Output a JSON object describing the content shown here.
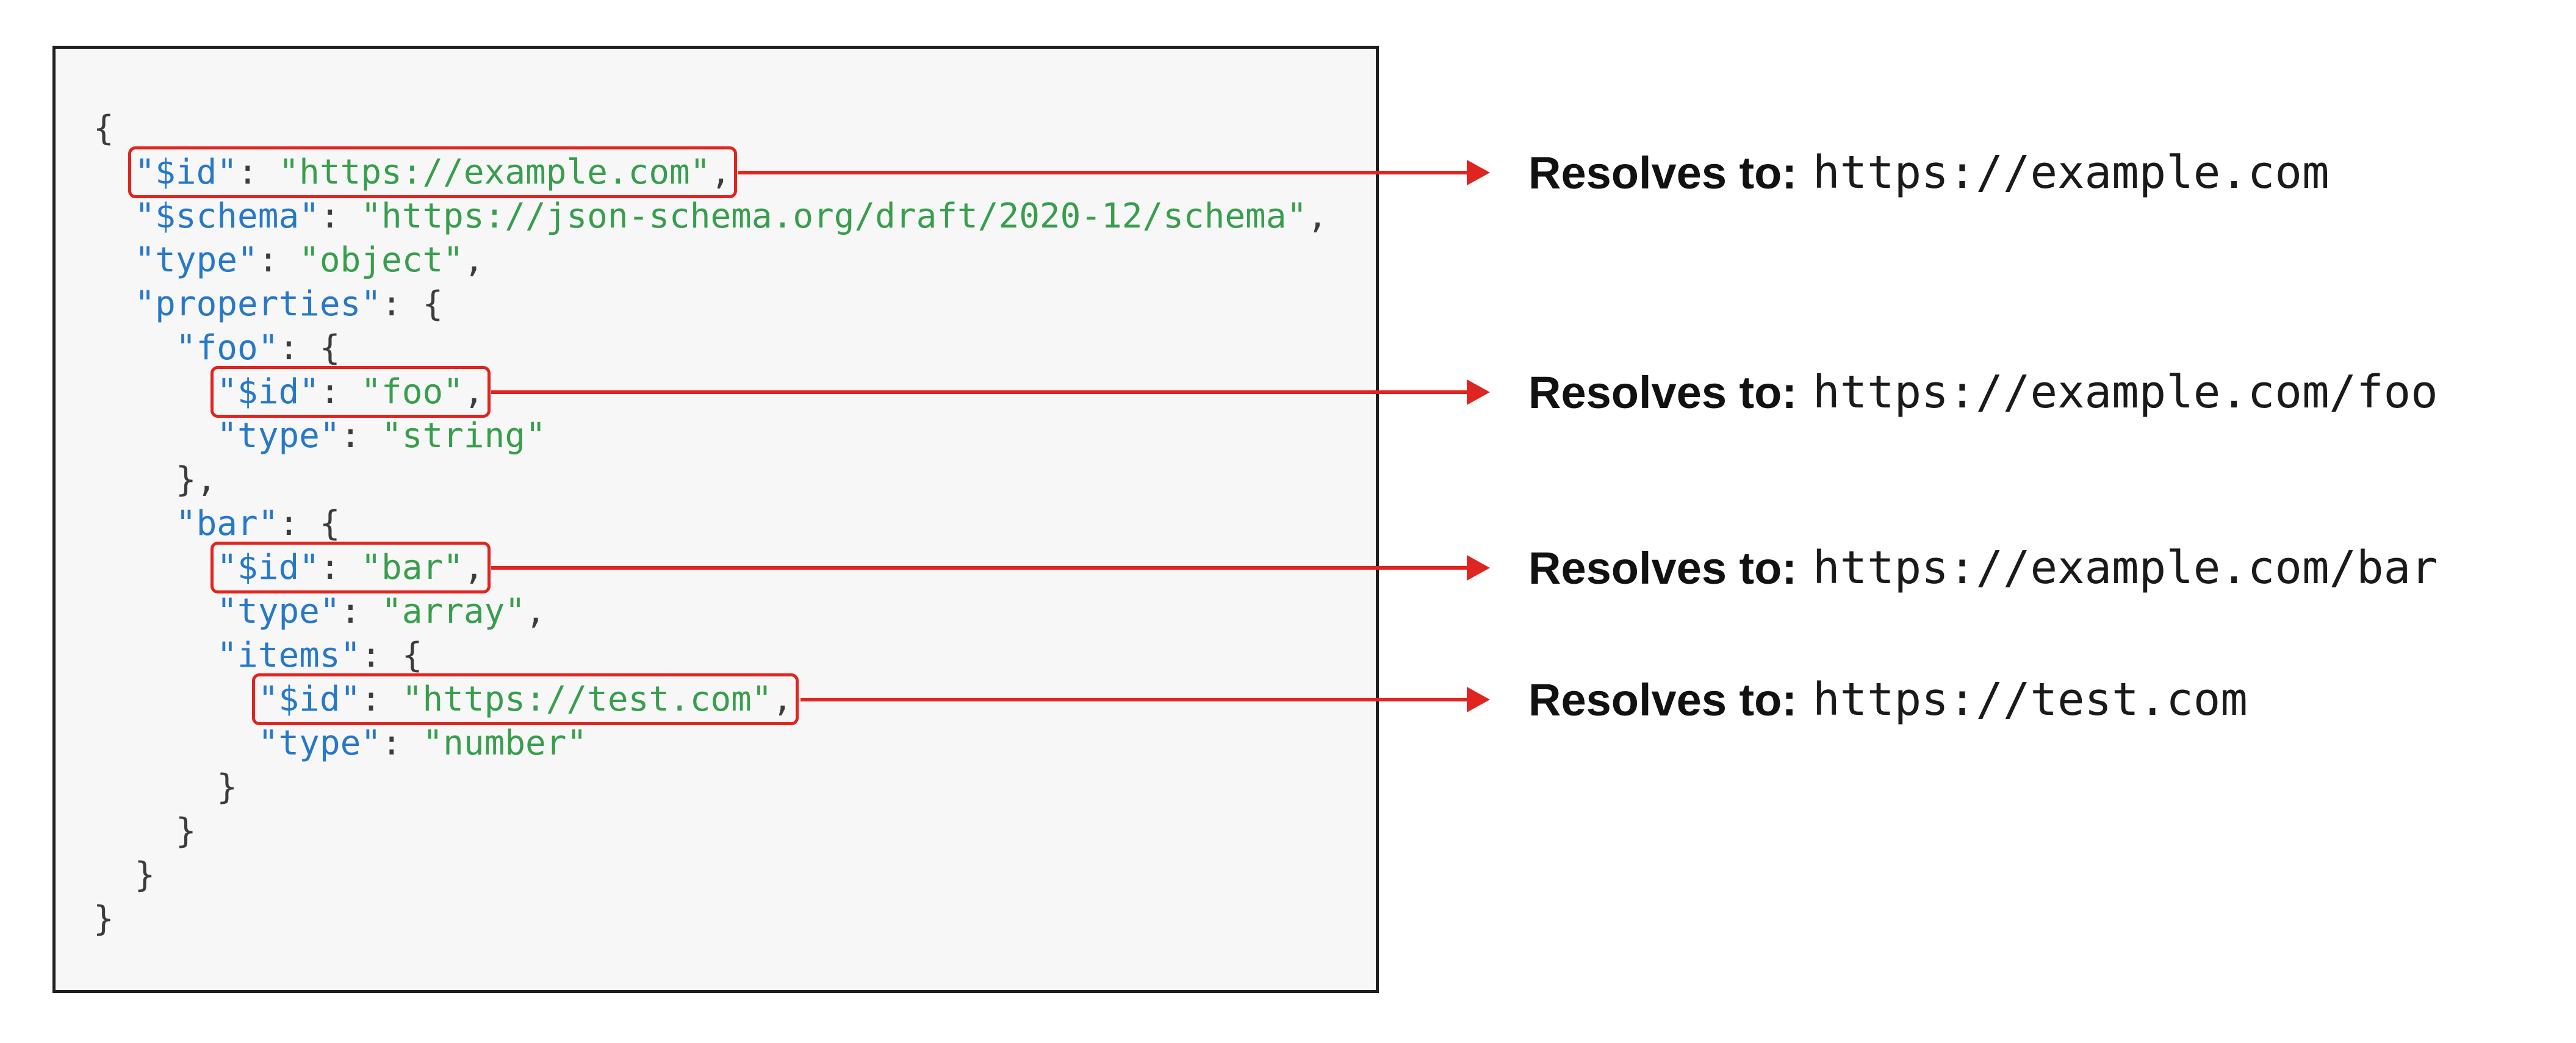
{
  "colors": {
    "accent": "#e02420",
    "key": "#2878c8",
    "string": "#389e4e",
    "punct": "#3c3c3c",
    "border": "#1f1f1f"
  },
  "code": {
    "lines": [
      {
        "indent": 0,
        "segments": [
          {
            "t": "{",
            "c": "p"
          }
        ]
      },
      {
        "indent": 1,
        "highlight": true,
        "segments": [
          {
            "t": "\"$id\"",
            "c": "k"
          },
          {
            "t": ": ",
            "c": "p"
          },
          {
            "t": "\"https://example.com\"",
            "c": "s"
          },
          {
            "t": ",",
            "c": "p"
          }
        ]
      },
      {
        "indent": 1,
        "segments": [
          {
            "t": "\"$schema\"",
            "c": "k"
          },
          {
            "t": ": ",
            "c": "p"
          },
          {
            "t": "\"https://json-schema.org/draft/2020-12/schema\"",
            "c": "s"
          },
          {
            "t": ",",
            "c": "p"
          }
        ]
      },
      {
        "indent": 1,
        "segments": [
          {
            "t": "\"type\"",
            "c": "k"
          },
          {
            "t": ": ",
            "c": "p"
          },
          {
            "t": "\"object\"",
            "c": "s"
          },
          {
            "t": ",",
            "c": "p"
          }
        ]
      },
      {
        "indent": 1,
        "segments": [
          {
            "t": "\"properties\"",
            "c": "k"
          },
          {
            "t": ": {",
            "c": "p"
          }
        ]
      },
      {
        "indent": 2,
        "segments": [
          {
            "t": "\"foo\"",
            "c": "k"
          },
          {
            "t": ": {",
            "c": "p"
          }
        ]
      },
      {
        "indent": 3,
        "highlight": true,
        "segments": [
          {
            "t": "\"$id\"",
            "c": "k"
          },
          {
            "t": ": ",
            "c": "p"
          },
          {
            "t": "\"foo\"",
            "c": "s"
          },
          {
            "t": ",",
            "c": "p"
          }
        ]
      },
      {
        "indent": 3,
        "segments": [
          {
            "t": "\"type\"",
            "c": "k"
          },
          {
            "t": ": ",
            "c": "p"
          },
          {
            "t": "\"string\"",
            "c": "s"
          }
        ]
      },
      {
        "indent": 2,
        "segments": [
          {
            "t": "},",
            "c": "p"
          }
        ]
      },
      {
        "indent": 2,
        "segments": [
          {
            "t": "\"bar\"",
            "c": "k"
          },
          {
            "t": ": {",
            "c": "p"
          }
        ]
      },
      {
        "indent": 3,
        "highlight": true,
        "segments": [
          {
            "t": "\"$id\"",
            "c": "k"
          },
          {
            "t": ": ",
            "c": "p"
          },
          {
            "t": "\"bar\"",
            "c": "s"
          },
          {
            "t": ",",
            "c": "p"
          }
        ]
      },
      {
        "indent": 3,
        "segments": [
          {
            "t": "\"type\"",
            "c": "k"
          },
          {
            "t": ": ",
            "c": "p"
          },
          {
            "t": "\"array\"",
            "c": "s"
          },
          {
            "t": ",",
            "c": "p"
          }
        ]
      },
      {
        "indent": 3,
        "segments": [
          {
            "t": "\"items\"",
            "c": "k"
          },
          {
            "t": ": {",
            "c": "p"
          }
        ]
      },
      {
        "indent": 4,
        "highlight": true,
        "segments": [
          {
            "t": "\"$id\"",
            "c": "k"
          },
          {
            "t": ": ",
            "c": "p"
          },
          {
            "t": "\"https://test.com\"",
            "c": "s"
          },
          {
            "t": ",",
            "c": "p"
          }
        ]
      },
      {
        "indent": 4,
        "segments": [
          {
            "t": "\"type\"",
            "c": "k"
          },
          {
            "t": ": ",
            "c": "p"
          },
          {
            "t": "\"number\"",
            "c": "s"
          }
        ]
      },
      {
        "indent": 3,
        "segments": [
          {
            "t": "}",
            "c": "p"
          }
        ]
      },
      {
        "indent": 2,
        "segments": [
          {
            "t": "}",
            "c": "p"
          }
        ]
      },
      {
        "indent": 1,
        "segments": [
          {
            "t": "}",
            "c": "p"
          }
        ]
      },
      {
        "indent": 0,
        "segments": [
          {
            "t": "}",
            "c": "p"
          }
        ]
      }
    ]
  },
  "annotations": [
    {
      "label": "Resolves to:",
      "url": "https://example.com"
    },
    {
      "label": "Resolves to:",
      "url": "https://example.com/foo"
    },
    {
      "label": "Resolves to:",
      "url": "https://example.com/bar"
    },
    {
      "label": "Resolves to:",
      "url": "https://test.com"
    }
  ]
}
